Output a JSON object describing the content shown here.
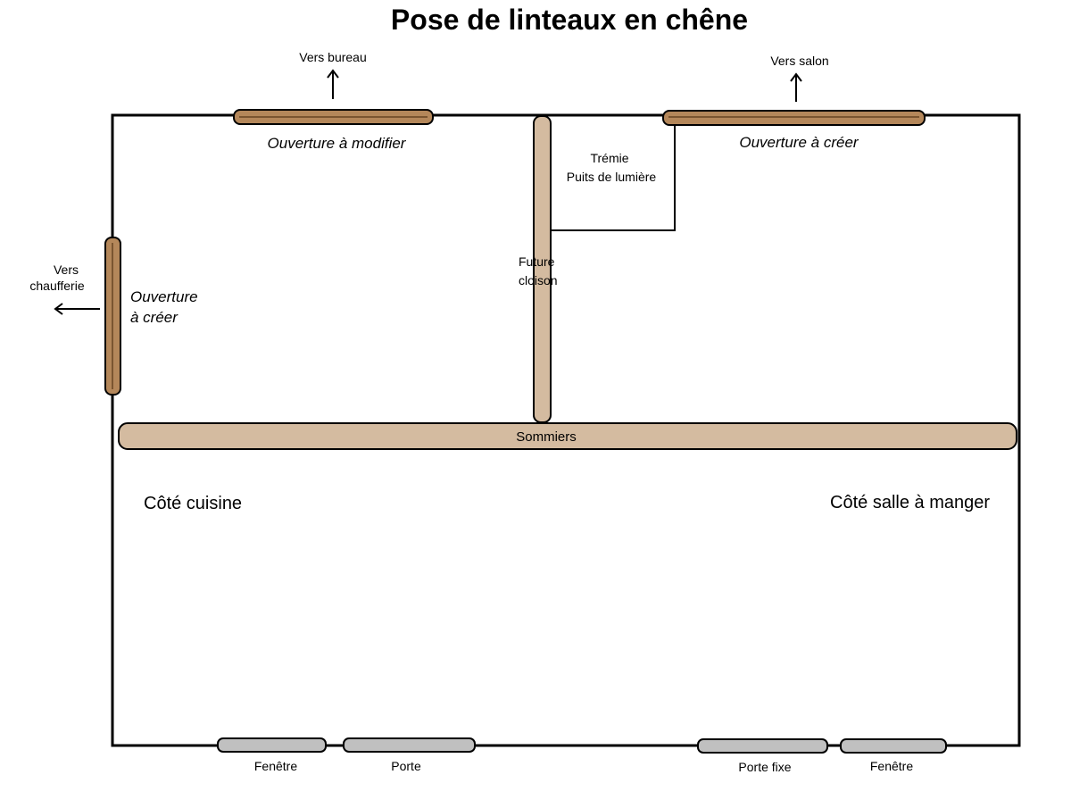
{
  "title": "Pose de linteaux en chêne",
  "labels": {
    "vers_bureau": "Vers bureau",
    "vers_salon": "Vers salon",
    "vers_chaufferie_1": "Vers",
    "vers_chaufferie_2": "chaufferie",
    "ouverture_modifier": "Ouverture à modifier",
    "ouverture_creer_top": "Ouverture à créer",
    "ouverture_creer_left_1": "Ouverture",
    "ouverture_creer_left_2": "à créer",
    "tremie_1": "Trémie",
    "tremie_2": "Puits de lumière",
    "cloison_1": "Future",
    "cloison_2": "cloison",
    "sommiers": "Sommiers",
    "cote_cuisine": "Côté cuisine",
    "cote_salle": "Côté salle à manger",
    "fenetre_left": "Fenêtre",
    "porte": "Porte",
    "porte_fixe": "Porte fixe",
    "fenetre_right": "Fenêtre"
  },
  "colors": {
    "oak_lintel": "#b4875a",
    "beam": "#d4bba0",
    "existing_opening": "#c0c0c0",
    "wall": "#000000"
  }
}
